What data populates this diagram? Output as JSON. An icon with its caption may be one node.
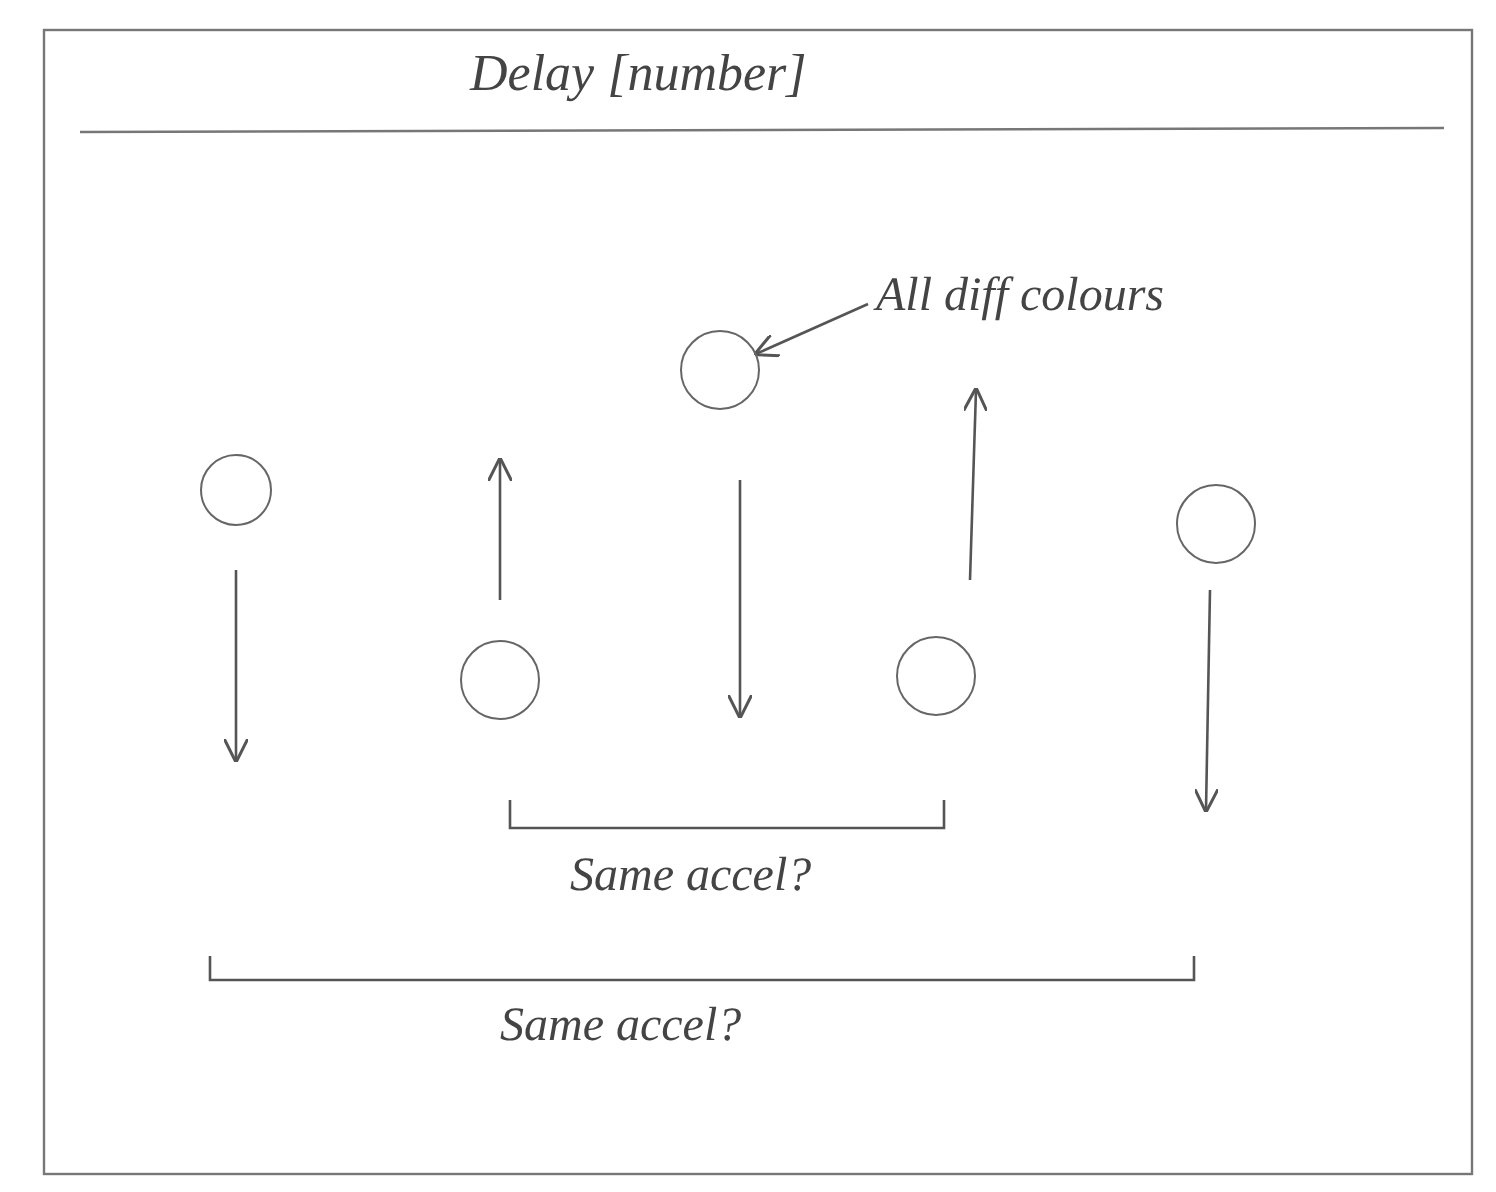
{
  "diagram": {
    "title": "Delay [number]",
    "nodes": [
      {
        "text": [],
        "shape": "circle"
      },
      {
        "text": [],
        "shape": "circle"
      },
      {
        "text": [],
        "shape": "circle"
      },
      {
        "text": [],
        "shape": "circle"
      },
      {
        "text": [],
        "shape": "circle"
      },
      {
        "text": [
          "All diff colours"
        ]
      }
    ],
    "edges": [
      {
        "from": 5,
        "to": 2,
        "arrow": "to"
      }
    ],
    "labels": [
      "Same accel?",
      "Same accel?"
    ]
  }
}
